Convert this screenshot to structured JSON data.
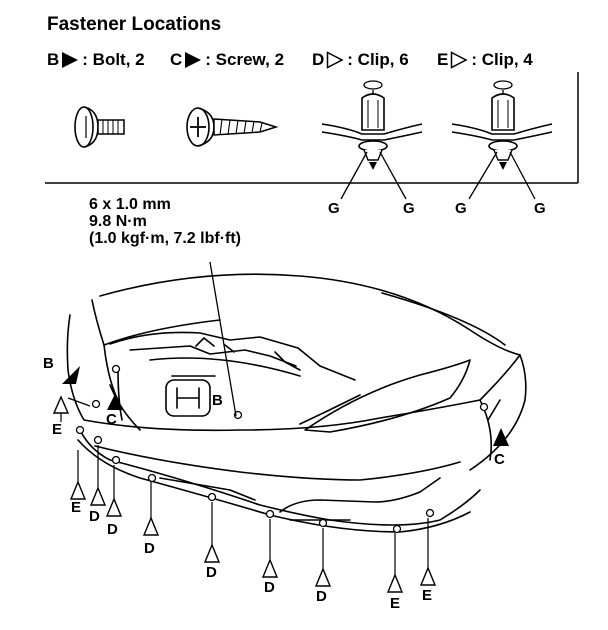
{
  "heading": "Fastener Locations",
  "legend": [
    {
      "letter": "B",
      "text": ": Bolt, 2",
      "marker": "filled"
    },
    {
      "letter": "C",
      "text": ": Screw, 2",
      "marker": "filled"
    },
    {
      "letter": "D",
      "text": ": Clip, 6",
      "marker": "outline"
    },
    {
      "letter": "E",
      "text": ": Clip, 4",
      "marker": "outline"
    }
  ],
  "spec": {
    "size": "6 x 1.0 mm",
    "torque_nm": "9.8 N·m",
    "torque_alt": "(1.0 kgf·m, 7.2 lbf·ft)"
  },
  "clip_labels": {
    "g": "G"
  },
  "callouts": {
    "b": "B",
    "c": "C",
    "d": "D",
    "e": "E"
  },
  "colors": {
    "ink": "#000000",
    "paper": "#ffffff"
  },
  "icons": [
    "bolt-icon",
    "screw-icon",
    "clip-icon",
    "filled-triangle-marker",
    "outline-triangle-marker"
  ]
}
